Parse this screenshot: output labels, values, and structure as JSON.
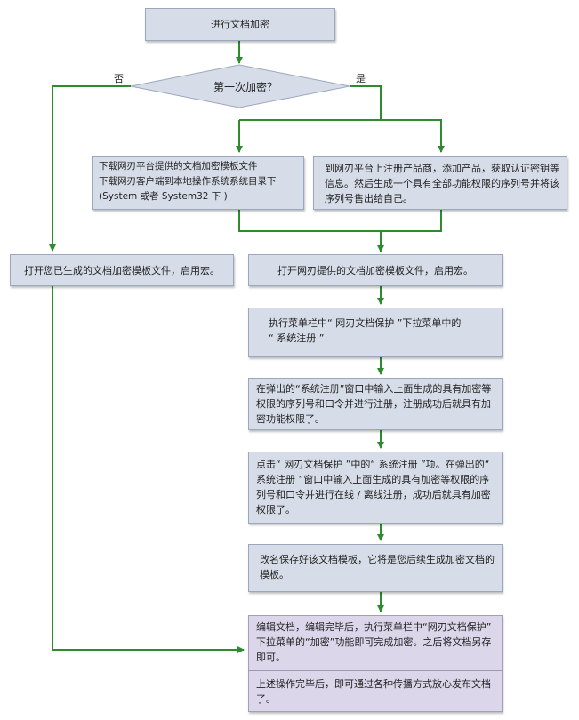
{
  "nodes": {
    "start": "进行文档加密",
    "decision": "第一次加密？",
    "no_label": "否",
    "yes_label": "是",
    "download": [
      "下载网刃平台提供的文档加密模板文件",
      "下载网刃客户端到本地操作系统系统目录下",
      "(System 或者 System32 下 )"
    ],
    "register": "到网刃平台上注册产品商，添加产品，获取认证密钥等信息。然后生成一个具有全部功能权限的序列号并将该序列号售出给自己。",
    "open_existing": "打开您已生成的文档加密模板文件，启用宏。",
    "open_template": "打开网刃提供的文档加密模板文件，启用宏。",
    "menu_step": [
      "执行菜单栏中“ 网刃文档保护 ”下拉菜单中的",
      "“ 系统注册 ”"
    ],
    "popup_register": "在弹出的“系统注册”窗口中输入上面生成的具有加密等权限的序列号和口令并进行注册，注册成功后就具有加密功能权限了。",
    "online_register": "点击“ 网刃文档保护 ”中的“ 系统注册 ”项。在弹出的“ 系统注册 ”窗口中输入上面生成的具有加密等权限的序列号和口令并进行在线 / 离线注册，成功后就具有加密权限了。",
    "save_template": "改名保存好该文档模板，它将是您后续生成加密文档的模板。",
    "edit_doc": "编辑文档，编辑完毕后，执行菜单栏中“网刃文档保护”  下拉菜单的“加密”功能即可完成加密。之后将文档另存即可。",
    "publish": "上述操作完毕后，即可通过各种传播方式放心发布文档了。"
  },
  "colors": {
    "box_fill": "#d7dde8",
    "box_border": "#9aa8bd",
    "final_fill": "#dcd6ea",
    "connector": "#2e8b2e"
  }
}
